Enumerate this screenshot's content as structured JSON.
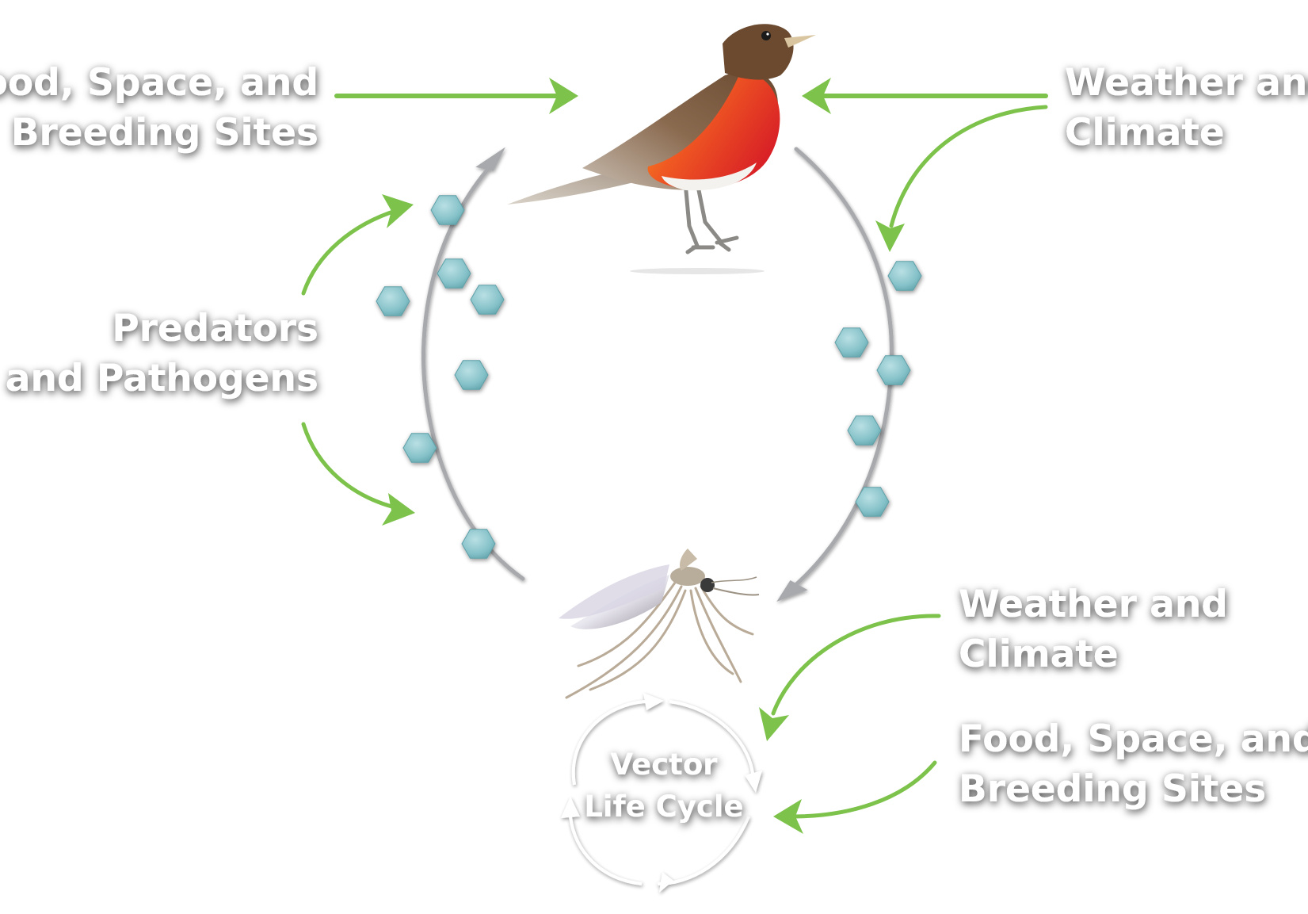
{
  "labels": {
    "top_left": {
      "line1": "Food, Space, and",
      "line2": "Breeding Sites"
    },
    "top_right": {
      "line1": "Weather and",
      "line2": "Climate"
    },
    "middle_left": {
      "line1": "Predators",
      "line2": "and Pathogens"
    },
    "bottom_right_1": {
      "line1": "Weather and",
      "line2": "Climate"
    },
    "bottom_right_2": {
      "line1": "Food, Space, and",
      "line2": "Breeding Sites"
    },
    "life_cycle": {
      "line1": "Vector",
      "line2": "Life Cycle"
    }
  },
  "icons": {
    "host": "bird-icon",
    "vector": "mosquito-icon",
    "pathogen": "virus-particle-icon"
  },
  "colors": {
    "influence_arrow": "#7dc24b",
    "transmission_arrow": "#a7a9ac",
    "virus_particle": "#7fbcc4",
    "bird_breast": "#e8262a",
    "bird_back": "#7a5a3a",
    "label_text": "#ffffff"
  }
}
